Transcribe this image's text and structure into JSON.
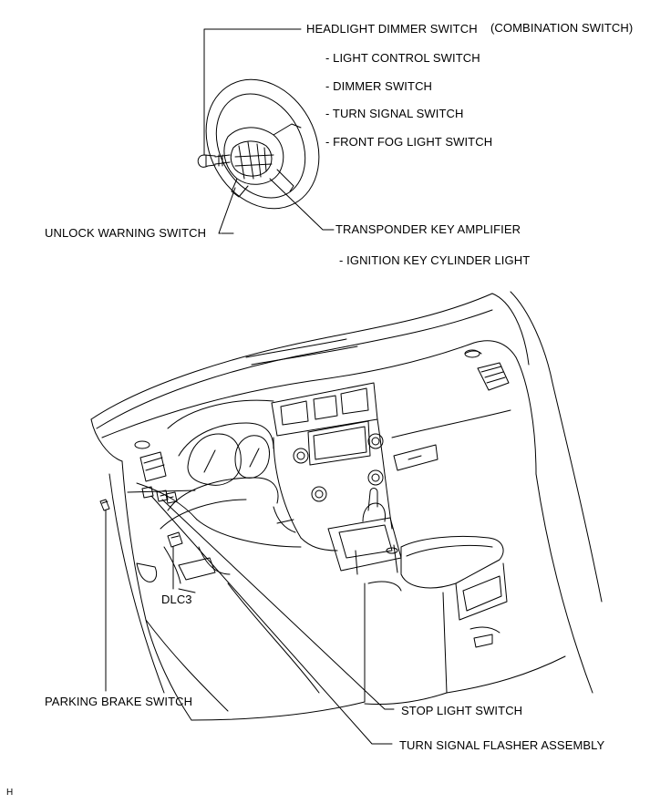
{
  "labels": {
    "headlight_dimmer": "HEADLIGHT DIMMER SWITCH",
    "combination": "(COMBINATION SWITCH)",
    "light_control": "- LIGHT CONTROL SWITCH",
    "dimmer": "- DIMMER SWITCH",
    "turn_signal": "- TURN SIGNAL SWITCH",
    "front_fog": "- FRONT FOG LIGHT SWITCH",
    "unlock_warning": "UNLOCK WARNING SWITCH",
    "transponder": "TRANSPONDER KEY AMPLIFIER",
    "ignition_key": "- IGNITION KEY CYLINDER LIGHT",
    "dlc3": "DLC3",
    "parking_brake": "PARKING BRAKE SWITCH",
    "stop_light": "STOP LIGHT SWITCH",
    "turn_flasher": "TURN SIGNAL FLASHER ASSEMBLY",
    "figure_code": "H"
  },
  "colors": {
    "line": "#000000",
    "background": "#ffffff"
  }
}
